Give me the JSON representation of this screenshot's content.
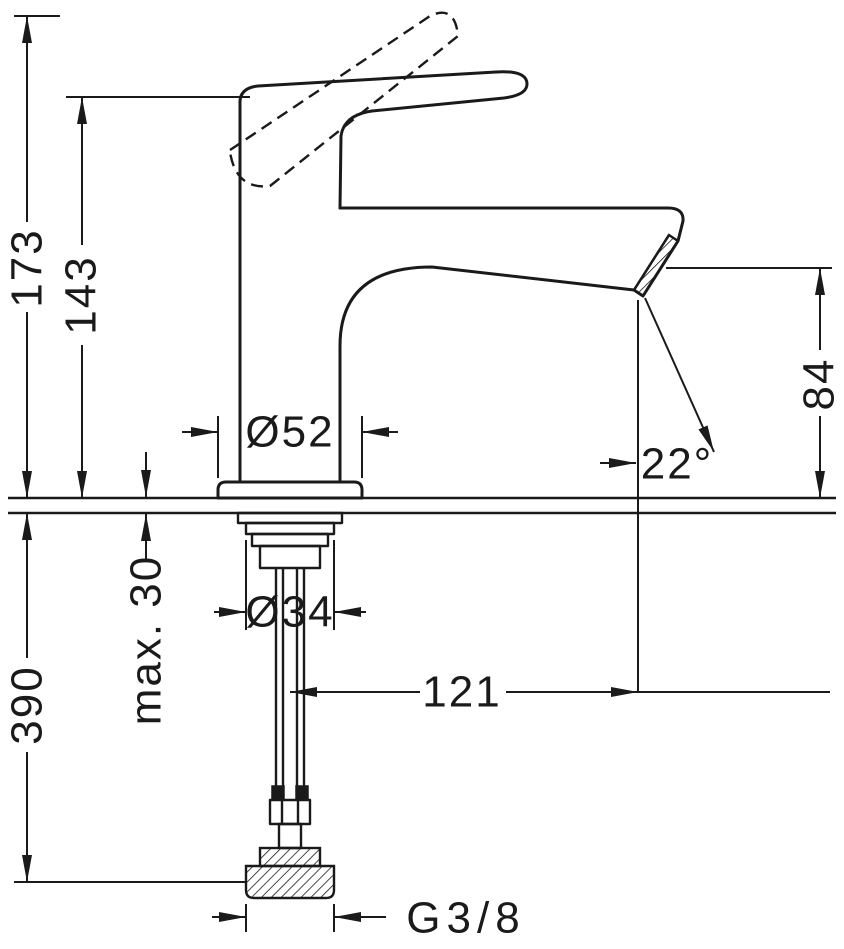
{
  "drawing": {
    "type": "faucet technical dimension drawing, side view",
    "background_color": "#ffffff",
    "line_color": "#1a1a1a",
    "dimensions": {
      "total_height": "173",
      "height_to_handle": "143",
      "base_diameter": "Ø52",
      "spout_outlet_height": "84",
      "spray_angle": "22°",
      "length_below_counter": "390",
      "max_mounting_thickness": "max. 30",
      "hole_diameter": "Ø34",
      "spout_reach": "121",
      "connection_thread": "G3/8"
    }
  }
}
